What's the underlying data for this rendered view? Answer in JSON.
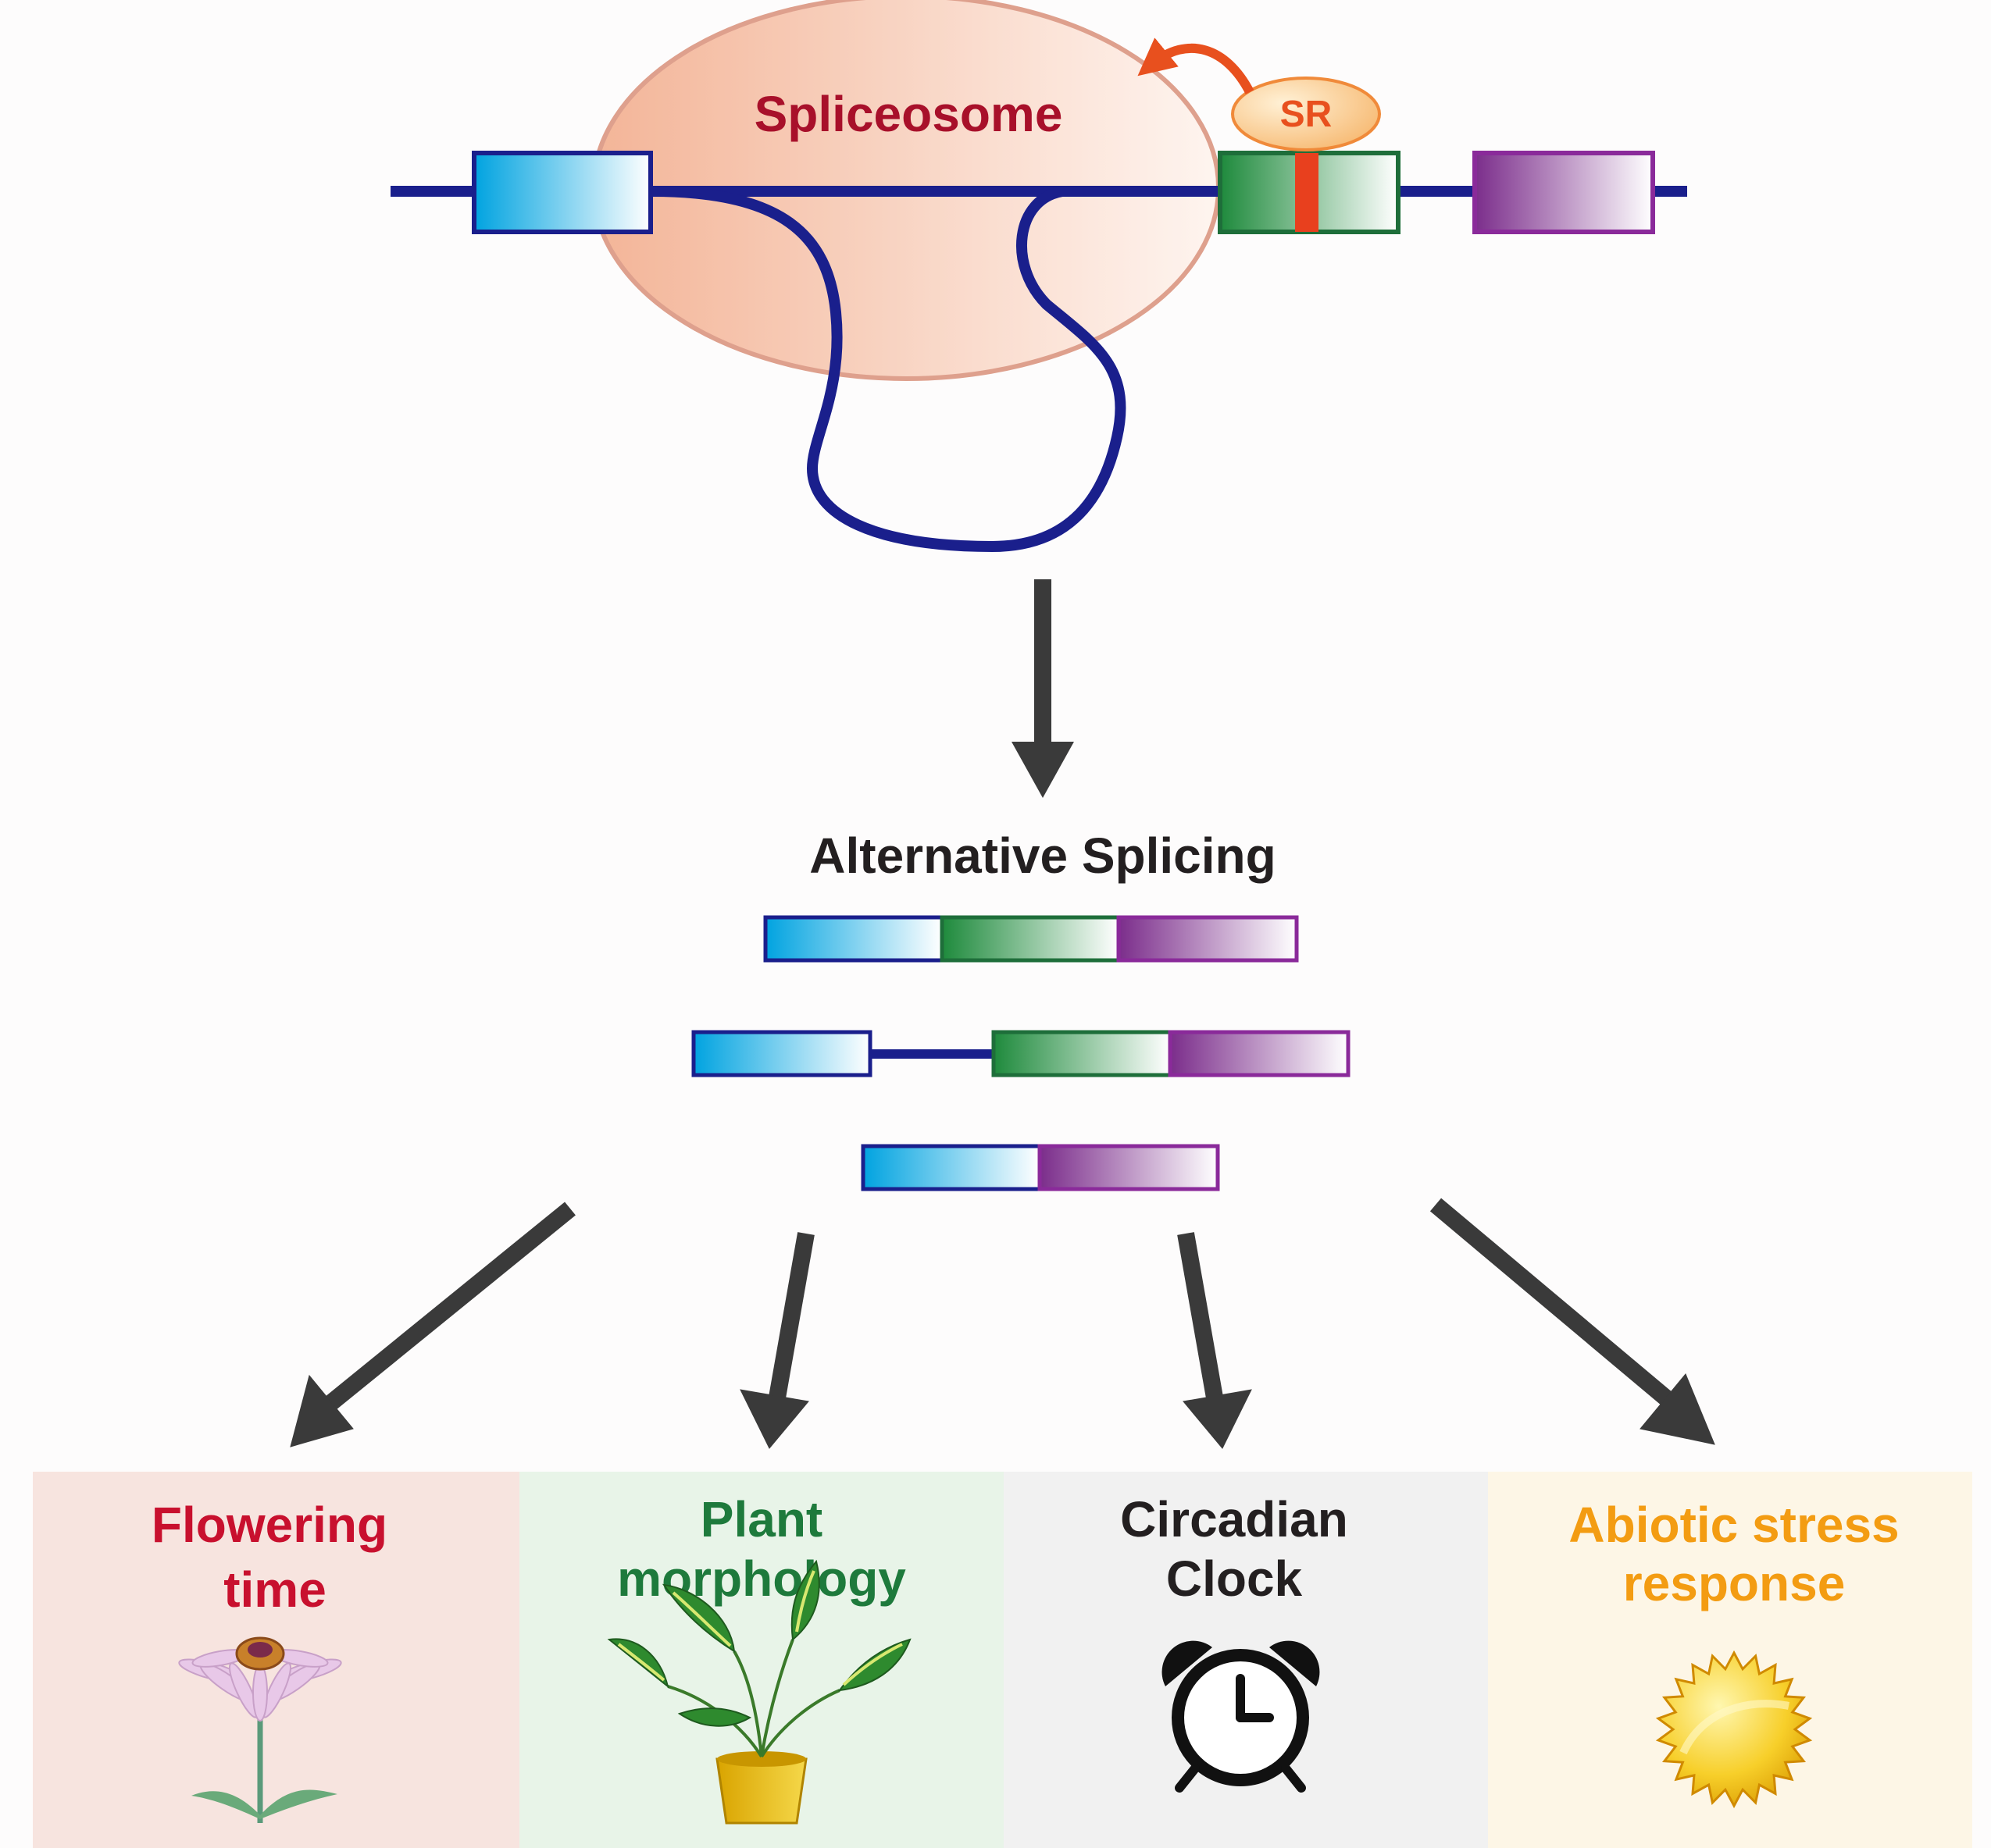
{
  "labels": {
    "spliceosome": "Spliceosome",
    "sr": "SR",
    "alternative_splicing": "Alternative Splicing"
  },
  "outcomes": [
    {
      "id": "flowering",
      "line1": "Flowering",
      "line2": "time",
      "color": "#c8102e",
      "panel_color": "#f7e4df",
      "icon": "flower-icon"
    },
    {
      "id": "morphology",
      "line1": "Plant",
      "line2": "morphology",
      "color": "#1e7a3c",
      "panel_color": "#e8f4e8",
      "icon": "potted-plant-icon"
    },
    {
      "id": "circadian",
      "line1": "Circadian",
      "line2": "Clock",
      "color": "#231f20",
      "panel_color": "#f0f0f0",
      "icon": "alarm-clock-icon"
    },
    {
      "id": "abiotic",
      "line1": "Abiotic stress",
      "line2": "response",
      "color": "#f39c12",
      "panel_color": "#fdf6e6",
      "icon": "sun-icon"
    }
  ],
  "colors": {
    "intron": "#1a1f8c",
    "exon1": "#00a3e0",
    "exon2": "#1e8a3c",
    "exon3": "#7b2d8b",
    "spliceosome_fill": "#f0b49a",
    "sr_fill": "#f9c48a",
    "sr_text": "#e8501e",
    "arrow": "#3a3a3a"
  }
}
